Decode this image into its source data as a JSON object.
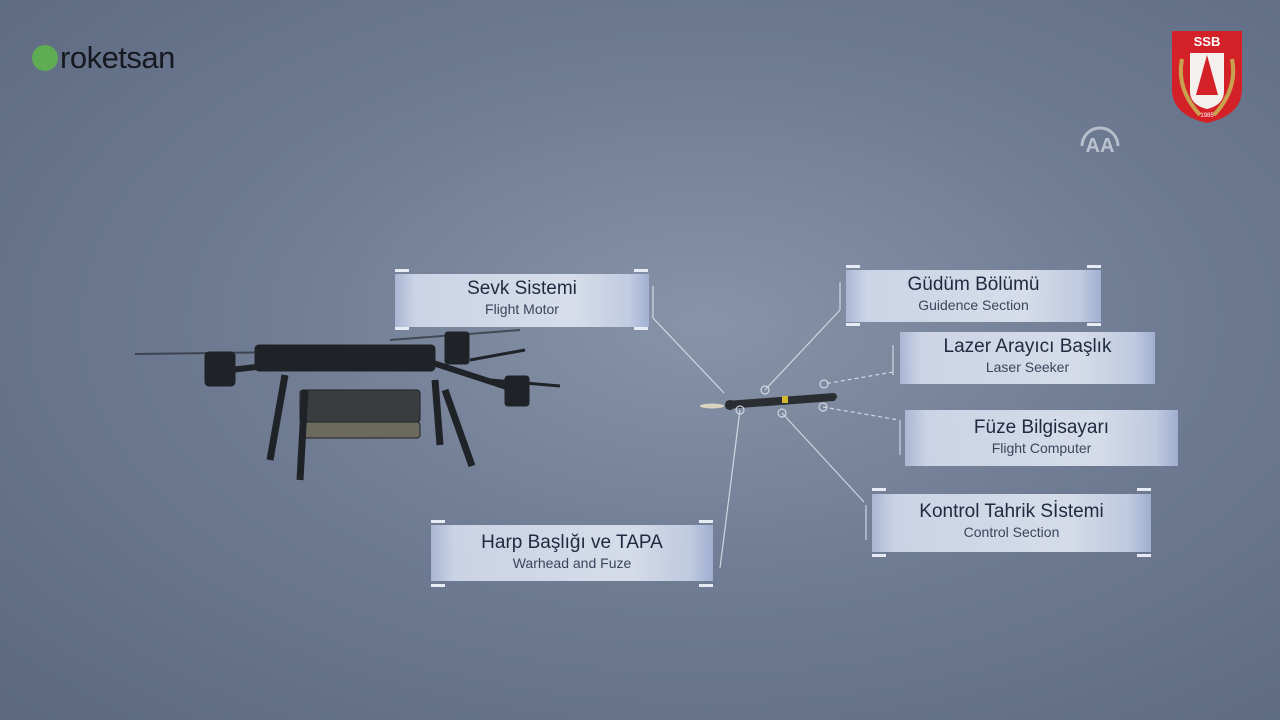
{
  "logos": {
    "brand": "roketsan",
    "emblem_text": "SSB",
    "emblem_year": "1985",
    "watermark": "AA"
  },
  "callouts": [
    {
      "tr": "Sevk Sistemi",
      "en": "Flight Motor"
    },
    {
      "tr": "Güdüm Bölümü",
      "en": "Guidence Section"
    },
    {
      "tr": "Lazer Arayıcı Başlık",
      "en": "Laser Seeker"
    },
    {
      "tr": "Füze Bilgisayarı",
      "en": "Flight Computer"
    },
    {
      "tr": "Kontrol Tahrik Sİstemi",
      "en": "Control Section"
    },
    {
      "tr": "Harp Başlığı ve TAPA",
      "en": "Warhead and Fuze"
    }
  ],
  "colors": {
    "sky": "#6f7c93",
    "panel": "#dde3ef",
    "brand_green": "#5fb24f",
    "emblem_red": "#d42027"
  }
}
